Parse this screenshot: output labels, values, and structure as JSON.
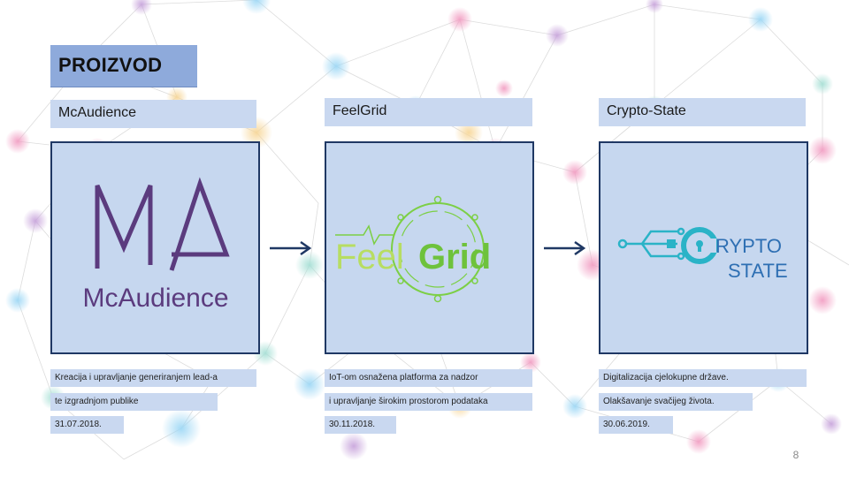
{
  "slide": {
    "title": "PROIZVOD",
    "page_number": "8"
  },
  "products": [
    {
      "name": "McAudience",
      "logo": {
        "monogram": "MA",
        "wordmark": "McAudience",
        "color": "#5b3b7e"
      },
      "desc_line1": "Kreacija  i  upravljanje  generiranjem  lead-a",
      "desc_line2": "te izgradnjom publike",
      "date": "31.07.2018."
    },
    {
      "name": "FeelGrid",
      "logo": {
        "text_feel": "Feel",
        "text_grid": "Grid",
        "color": "#7ccf45"
      },
      "desc_line1": "IoT-om osnažena platforma za nadzor",
      "desc_line2": "i upravljanje  širokim  prostorom podataka",
      "date": "30.11.2018."
    },
    {
      "name": "Crypto-State",
      "logo": {
        "line1": "RYPTO",
        "line2": "STATE",
        "color": "#2ab3c7"
      },
      "desc_line1": "Digitalizacija  cjelokupne  države.",
      "desc_line2": "Olakšavanje  svačijeg  života.",
      "date": "30.06.2019."
    }
  ],
  "colors": {
    "title_bg": "#8eaadb",
    "label_bg": "#c9d8f0",
    "logo_box_bg": "#c6d7ef",
    "box_border": "#1f3864",
    "arrow": "#1f3864"
  }
}
